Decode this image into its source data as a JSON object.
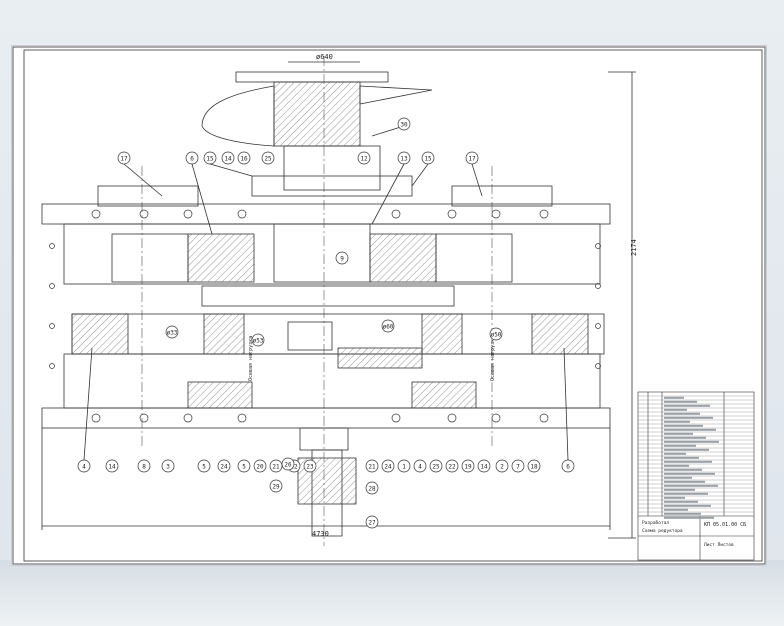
{
  "drawing": {
    "dim_top": "ø640",
    "dim_height": "2174",
    "dim_width": "4730",
    "hatch_label_1": "Осевая нагрузка",
    "hatch_label_2": "Осевая нагрузка",
    "balloons": {
      "b30": "30",
      "b17a": "17",
      "b6a": "6",
      "b15a": "15",
      "b14": "14",
      "b16": "16",
      "b25": "25",
      "b12": "12",
      "b13": "13",
      "b15b": "15",
      "b17b": "17",
      "b9": "9",
      "b933": "ø33",
      "b253": "ø53",
      "b260": "ø60",
      "b450": "ø50",
      "b4l": "4",
      "b1l": "14",
      "b8l": "8",
      "b3l": "3",
      "b5l": "5",
      "b24l": "24",
      "b5b": "5",
      "b20l": "20",
      "b21l": "21",
      "b22": "22",
      "b23": "23",
      "b26": "26",
      "b21": "21",
      "b24": "24",
      "b1": "1",
      "b4m": "4",
      "b25b": "25",
      "b22b": "22",
      "b19": "19",
      "b14b": "14",
      "b2": "2",
      "b7": "7",
      "b18": "18",
      "b6r": "6",
      "b28": "28",
      "b29": "29",
      "b27": "27"
    }
  },
  "title_block": {
    "line1": "Разработал",
    "line2": "Схема редуктора",
    "line3": "КП 05.01.00 СБ",
    "line4": "Лист   Листов"
  }
}
